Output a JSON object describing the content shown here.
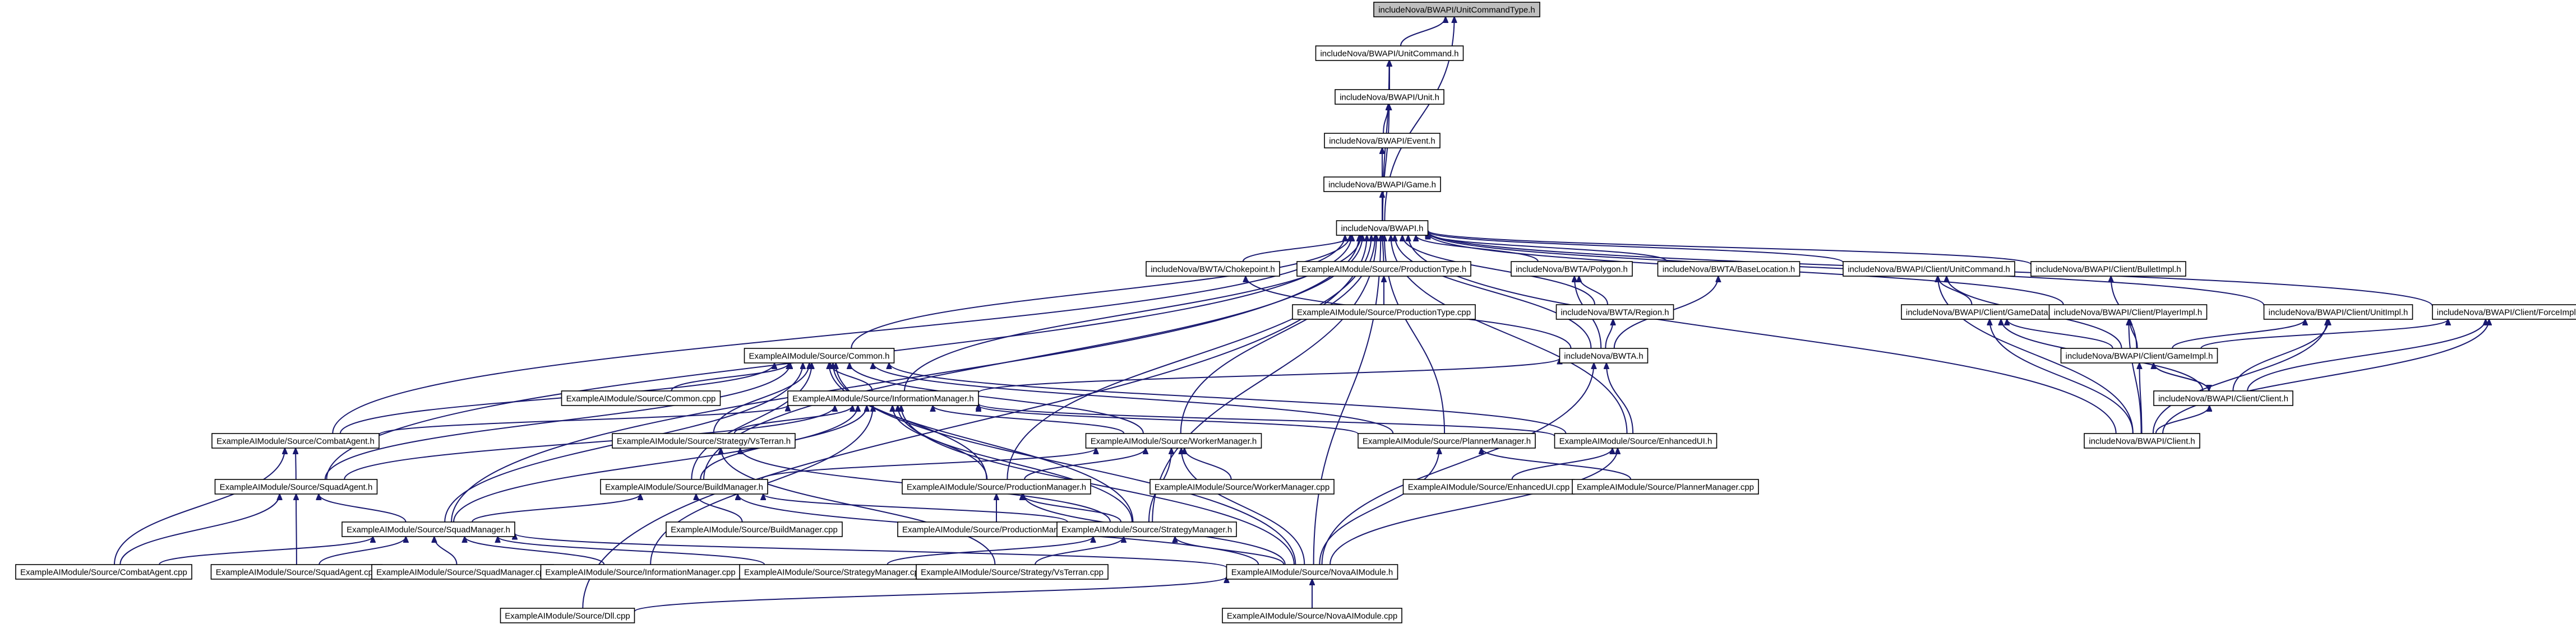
{
  "diagram": {
    "type": "include-dependency-graph",
    "colors": {
      "edge": "#191970",
      "node_fill": "#ffffff",
      "root_fill": "#bfbfbf",
      "node_stroke": "#000000"
    },
    "nodes": [
      {
        "id": "unitcommandtype_h",
        "label": "includeNova/BWAPI/UnitCommandType.h",
        "root": true
      },
      {
        "id": "unitcommand_h",
        "label": "includeNova/BWAPI/UnitCommand.h"
      },
      {
        "id": "unit_h",
        "label": "includeNova/BWAPI/Unit.h"
      },
      {
        "id": "event_h",
        "label": "includeNova/BWAPI/Event.h"
      },
      {
        "id": "game_h",
        "label": "includeNova/BWAPI/Game.h"
      },
      {
        "id": "bwapi_h",
        "label": "includeNova/BWAPI.h"
      },
      {
        "id": "chokepoint_h",
        "label": "includeNova/BWTA/Chokepoint.h"
      },
      {
        "id": "productiontype_h",
        "label": "ExampleAIModule/Source/ProductionType.h"
      },
      {
        "id": "polygon_h",
        "label": "includeNova/BWTA/Polygon.h"
      },
      {
        "id": "baselocation_h",
        "label": "includeNova/BWTA/BaseLocation.h"
      },
      {
        "id": "client_unitcommand_h",
        "label": "includeNova/BWAPI/Client/UnitCommand.h"
      },
      {
        "id": "bulletimpl_h",
        "label": "includeNova/BWAPI/Client/BulletImpl.h"
      },
      {
        "id": "productiontype_cpp",
        "label": "ExampleAIModule/Source/ProductionType.cpp"
      },
      {
        "id": "region_h",
        "label": "includeNova/BWTA/Region.h"
      },
      {
        "id": "gamedata_h",
        "label": "includeNova/BWAPI/Client/GameData.h"
      },
      {
        "id": "playerimpl_h",
        "label": "includeNova/BWAPI/Client/PlayerImpl.h"
      },
      {
        "id": "unitimpl_h",
        "label": "includeNova/BWAPI/Client/UnitImpl.h"
      },
      {
        "id": "forceimpl_h",
        "label": "includeNova/BWAPI/Client/ForceImpl.h"
      },
      {
        "id": "common_h",
        "label": "ExampleAIModule/Source/Common.h"
      },
      {
        "id": "bwta_h",
        "label": "includeNova/BWTA.h"
      },
      {
        "id": "gameimpl_h",
        "label": "includeNova/BWAPI/Client/GameImpl.h"
      },
      {
        "id": "common_cpp",
        "label": "ExampleAIModule/Source/Common.cpp"
      },
      {
        "id": "informationmanager_h",
        "label": "ExampleAIModule/Source/InformationManager.h"
      },
      {
        "id": "client_client_h",
        "label": "includeNova/BWAPI/Client/Client.h"
      },
      {
        "id": "combatagent_h",
        "label": "ExampleAIModule/Source/CombatAgent.h"
      },
      {
        "id": "strategyvsterran_h",
        "label": "ExampleAIModule/Source/Strategy/VsTerran.h"
      },
      {
        "id": "workermanager_h",
        "label": "ExampleAIModule/Source/WorkerManager.h"
      },
      {
        "id": "plannermanager_h",
        "label": "ExampleAIModule/Source/PlannerManager.h"
      },
      {
        "id": "enhancedui_h",
        "label": "ExampleAIModule/Source/EnhancedUI.h"
      },
      {
        "id": "bwapi_client_h",
        "label": "includeNova/BWAPI/Client.h"
      },
      {
        "id": "squadagent_h",
        "label": "ExampleAIModule/Source/SquadAgent.h"
      },
      {
        "id": "productionmanager_h",
        "label": "ExampleAIModule/Source/ProductionManager.h"
      },
      {
        "id": "workermanager_cpp",
        "label": "ExampleAIModule/Source/WorkerManager.cpp"
      },
      {
        "id": "enhancedui_cpp",
        "label": "ExampleAIModule/Source/EnhancedUI.cpp"
      },
      {
        "id": "plannermanager_cpp",
        "label": "ExampleAIModule/Source/PlannerManager.cpp"
      },
      {
        "id": "buildmanager_h",
        "label": "ExampleAIModule/Source/BuildManager.h"
      },
      {
        "id": "buildmanager_cpp",
        "label": "ExampleAIModule/Source/BuildManager.cpp"
      },
      {
        "id": "productionmanager_cpp",
        "label": "ExampleAIModule/Source/ProductionManager.cpp"
      },
      {
        "id": "squadmanager_h",
        "label": "ExampleAIModule/Source/SquadManager.h"
      },
      {
        "id": "strategymanager_h",
        "label": "ExampleAIModule/Source/StrategyManager.h"
      },
      {
        "id": "combatagent_cpp",
        "label": "ExampleAIModule/Source/CombatAgent.cpp"
      },
      {
        "id": "squadagent_cpp",
        "label": "ExampleAIModule/Source/SquadAgent.cpp"
      },
      {
        "id": "squadmanager_cpp",
        "label": "ExampleAIModule/Source/SquadManager.cpp"
      },
      {
        "id": "informationmanager_cpp",
        "label": "ExampleAIModule/Source/InformationManager.cpp"
      },
      {
        "id": "strategymanager_cpp",
        "label": "ExampleAIModule/Source/StrategyManager.cpp"
      },
      {
        "id": "strategyvsterran_cpp",
        "label": "ExampleAIModule/Source/Strategy/VsTerran.cpp"
      },
      {
        "id": "novaaimodule_h",
        "label": "ExampleAIModule/Source/NovaAIModule.h"
      },
      {
        "id": "dll_cpp",
        "label": "ExampleAIModule/Source/Dll.cpp"
      },
      {
        "id": "novaaimodule_cpp",
        "label": "ExampleAIModule/Source/NovaAIModule.cpp"
      }
    ],
    "edges": [
      [
        "unitcommand_h",
        "unitcommandtype_h"
      ],
      [
        "bwapi_h",
        "unitcommandtype_h"
      ],
      [
        "unit_h",
        "unitcommand_h"
      ],
      [
        "bwapi_h",
        "unitcommand_h"
      ],
      [
        "event_h",
        "unit_h"
      ],
      [
        "bwapi_h",
        "unit_h"
      ],
      [
        "game_h",
        "event_h"
      ],
      [
        "bwapi_h",
        "event_h"
      ],
      [
        "bwapi_h",
        "game_h"
      ],
      [
        "chokepoint_h",
        "bwapi_h"
      ],
      [
        "productiontype_h",
        "bwapi_h"
      ],
      [
        "polygon_h",
        "bwapi_h"
      ],
      [
        "baselocation_h",
        "bwapi_h"
      ],
      [
        "client_unitcommand_h",
        "bwapi_h"
      ],
      [
        "bulletimpl_h",
        "bwapi_h"
      ],
      [
        "region_h",
        "bwapi_h"
      ],
      [
        "playerimpl_h",
        "bwapi_h"
      ],
      [
        "unitimpl_h",
        "bwapi_h"
      ],
      [
        "forceimpl_h",
        "bwapi_h"
      ],
      [
        "common_h",
        "bwapi_h"
      ],
      [
        "bwta_h",
        "bwapi_h"
      ],
      [
        "informationmanager_h",
        "bwapi_h"
      ],
      [
        "combatagent_h",
        "bwapi_h"
      ],
      [
        "workermanager_h",
        "bwapi_h"
      ],
      [
        "plannermanager_h",
        "bwapi_h"
      ],
      [
        "enhancedui_h",
        "bwapi_h"
      ],
      [
        "bwapi_client_h",
        "bwapi_h"
      ],
      [
        "squadagent_h",
        "bwapi_h"
      ],
      [
        "productionmanager_h",
        "bwapi_h"
      ],
      [
        "buildmanager_h",
        "bwapi_h"
      ],
      [
        "squadmanager_h",
        "bwapi_h"
      ],
      [
        "strategymanager_h",
        "bwapi_h"
      ],
      [
        "novaaimodule_h",
        "bwapi_h"
      ],
      [
        "dll_cpp",
        "bwapi_h"
      ],
      [
        "productiontype_cpp",
        "productiontype_h"
      ],
      [
        "region_h",
        "polygon_h"
      ],
      [
        "bwta_h",
        "chokepoint_h"
      ],
      [
        "bwta_h",
        "polygon_h"
      ],
      [
        "bwta_h",
        "region_h"
      ],
      [
        "bwta_h",
        "baselocation_h"
      ],
      [
        "gamedata_h",
        "client_unitcommand_h"
      ],
      [
        "gameimpl_h",
        "client_unitcommand_h"
      ],
      [
        "bwapi_client_h",
        "client_unitcommand_h"
      ],
      [
        "gameimpl_h",
        "bulletimpl_h"
      ],
      [
        "gameimpl_h",
        "gamedata_h"
      ],
      [
        "client_client_h",
        "gamedata_h"
      ],
      [
        "bwapi_client_h",
        "gamedata_h"
      ],
      [
        "gameimpl_h",
        "playerimpl_h"
      ],
      [
        "bwapi_client_h",
        "playerimpl_h"
      ],
      [
        "gameimpl_h",
        "unitimpl_h"
      ],
      [
        "client_client_h",
        "unitimpl_h"
      ],
      [
        "bwapi_client_h",
        "unitimpl_h"
      ],
      [
        "gameimpl_h",
        "forceimpl_h"
      ],
      [
        "client_client_h",
        "forceimpl_h"
      ],
      [
        "bwapi_client_h",
        "forceimpl_h"
      ],
      [
        "client_client_h",
        "gameimpl_h"
      ],
      [
        "bwapi_client_h",
        "gameimpl_h"
      ],
      [
        "gameimpl_h",
        "client_client_h"
      ],
      [
        "bwapi_client_h",
        "client_client_h"
      ],
      [
        "common_cpp",
        "common_h"
      ],
      [
        "informationmanager_h",
        "common_h"
      ],
      [
        "combatagent_h",
        "common_h"
      ],
      [
        "strategyvsterran_h",
        "common_h"
      ],
      [
        "workermanager_h",
        "common_h"
      ],
      [
        "plannermanager_h",
        "common_h"
      ],
      [
        "enhancedui_h",
        "common_h"
      ],
      [
        "squadagent_h",
        "common_h"
      ],
      [
        "productionmanager_h",
        "common_h"
      ],
      [
        "buildmanager_h",
        "common_h"
      ],
      [
        "squadmanager_h",
        "common_h"
      ],
      [
        "strategymanager_h",
        "common_h"
      ],
      [
        "novaaimodule_h",
        "common_h"
      ],
      [
        "informationmanager_h",
        "bwta_h"
      ],
      [
        "enhancedui_h",
        "bwta_h"
      ],
      [
        "novaaimodule_h",
        "bwta_h"
      ],
      [
        "combatagent_h",
        "informationmanager_h"
      ],
      [
        "strategyvsterran_h",
        "informationmanager_h"
      ],
      [
        "workermanager_h",
        "informationmanager_h"
      ],
      [
        "plannermanager_h",
        "informationmanager_h"
      ],
      [
        "enhancedui_h",
        "informationmanager_h"
      ],
      [
        "squadagent_h",
        "informationmanager_h"
      ],
      [
        "productionmanager_h",
        "informationmanager_h"
      ],
      [
        "buildmanager_h",
        "informationmanager_h"
      ],
      [
        "squadmanager_h",
        "informationmanager_h"
      ],
      [
        "strategymanager_h",
        "informationmanager_h"
      ],
      [
        "informationmanager_cpp",
        "informationmanager_h"
      ],
      [
        "novaaimodule_h",
        "informationmanager_h"
      ],
      [
        "squadagent_h",
        "combatagent_h"
      ],
      [
        "combatagent_cpp",
        "combatagent_h"
      ],
      [
        "strategymanager_h",
        "strategyvsterran_h"
      ],
      [
        "strategyvsterran_cpp",
        "strategyvsterran_h"
      ],
      [
        "workermanager_cpp",
        "workermanager_h"
      ],
      [
        "productionmanager_h",
        "workermanager_h"
      ],
      [
        "buildmanager_h",
        "workermanager_h"
      ],
      [
        "strategymanager_h",
        "workermanager_h"
      ],
      [
        "novaaimodule_h",
        "workermanager_h"
      ],
      [
        "plannermanager_cpp",
        "plannermanager_h"
      ],
      [
        "novaaimodule_h",
        "plannermanager_h"
      ],
      [
        "enhancedui_cpp",
        "enhancedui_h"
      ],
      [
        "novaaimodule_h",
        "enhancedui_h"
      ],
      [
        "squadmanager_h",
        "squadagent_h"
      ],
      [
        "combatagent_cpp",
        "squadagent_h"
      ],
      [
        "squadagent_cpp",
        "squadagent_h"
      ],
      [
        "productionmanager_cpp",
        "productionmanager_h"
      ],
      [
        "strategymanager_h",
        "productionmanager_h"
      ],
      [
        "novaaimodule_h",
        "productionmanager_h"
      ],
      [
        "buildmanager_cpp",
        "buildmanager_h"
      ],
      [
        "squadmanager_h",
        "buildmanager_h"
      ],
      [
        "strategymanager_h",
        "buildmanager_h"
      ],
      [
        "novaaimodule_h",
        "buildmanager_h"
      ],
      [
        "combatagent_cpp",
        "squadmanager_h"
      ],
      [
        "squadagent_cpp",
        "squadmanager_h"
      ],
      [
        "squadmanager_cpp",
        "squadmanager_h"
      ],
      [
        "informationmanager_cpp",
        "squadmanager_h"
      ],
      [
        "strategymanager_cpp",
        "squadmanager_h"
      ],
      [
        "novaaimodule_h",
        "squadmanager_h"
      ],
      [
        "strategymanager_cpp",
        "strategymanager_h"
      ],
      [
        "strategyvsterran_cpp",
        "strategymanager_h"
      ],
      [
        "novaaimodule_h",
        "strategymanager_h"
      ],
      [
        "novaaimodule_cpp",
        "novaaimodule_h"
      ],
      [
        "dll_cpp",
        "novaaimodule_h"
      ]
    ]
  }
}
